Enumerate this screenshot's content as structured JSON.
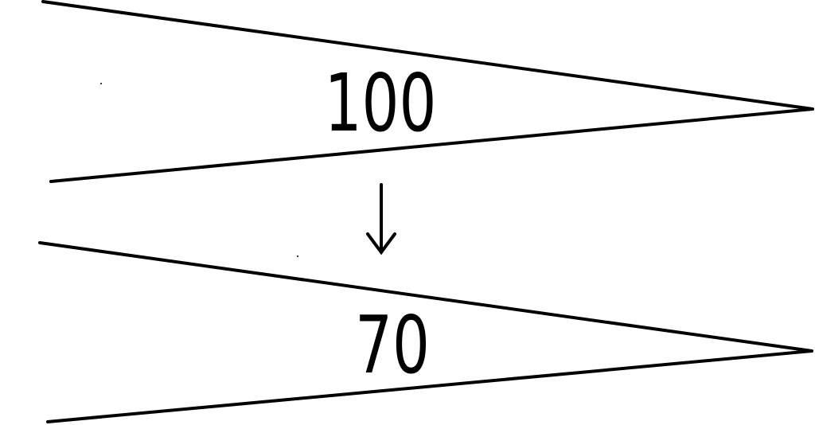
{
  "diagram": {
    "top_wedge": {
      "label": "100"
    },
    "bottom_wedge": {
      "label": "70"
    },
    "arrow": {
      "icon": "down-arrow-icon",
      "direction": "down"
    }
  }
}
